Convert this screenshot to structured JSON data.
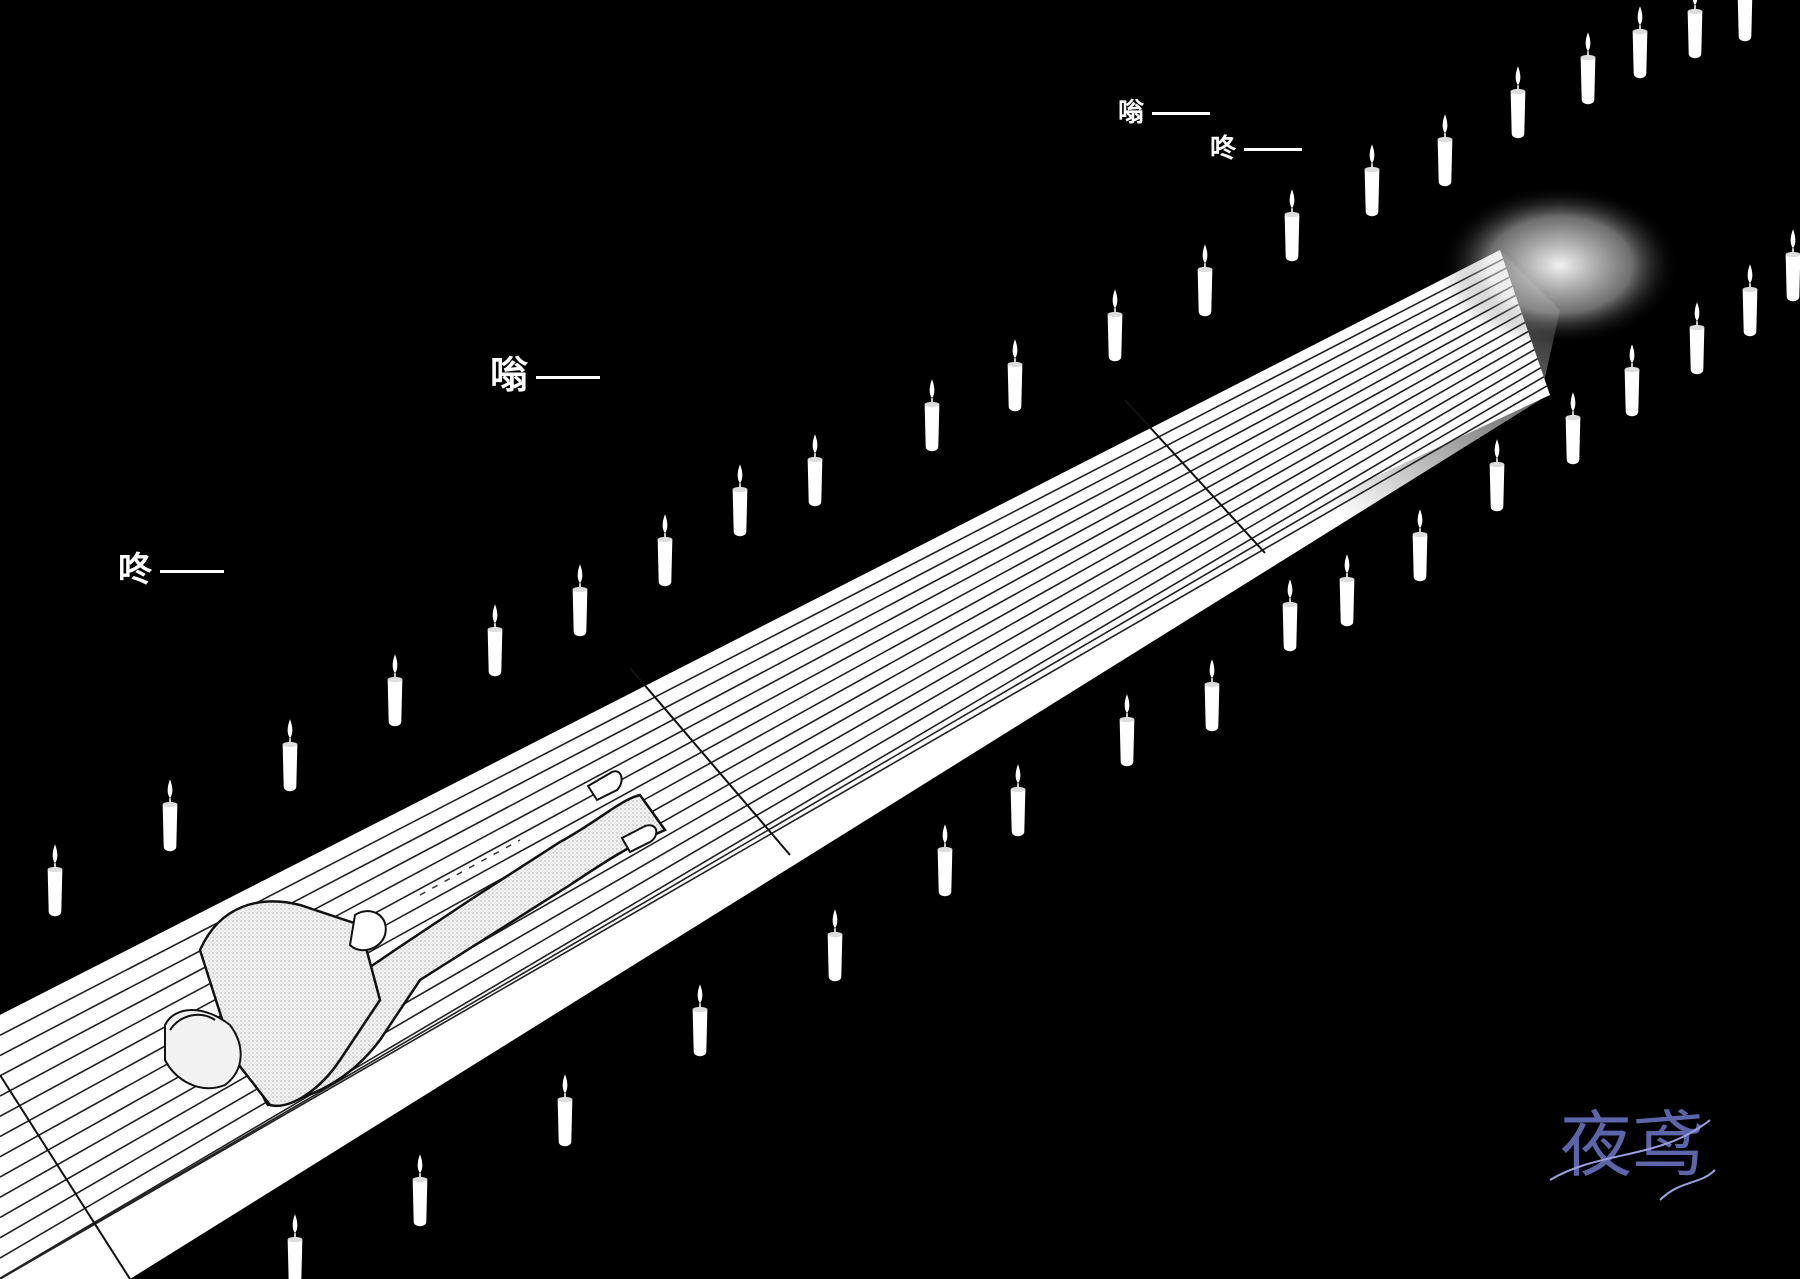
{
  "sound_effects": [
    {
      "glyph": "嗡",
      "dash": "—"
    },
    {
      "glyph": "咚",
      "dash": "—"
    },
    {
      "glyph": "嗡",
      "dash": "—"
    },
    {
      "glyph": "咚",
      "dash": "—"
    }
  ],
  "watermark": {
    "text": "夜鸢",
    "icon": "bird-logo-icon"
  },
  "colors": {
    "background": "#000000",
    "walkway": "#ffffff",
    "ink": "#111111"
  }
}
